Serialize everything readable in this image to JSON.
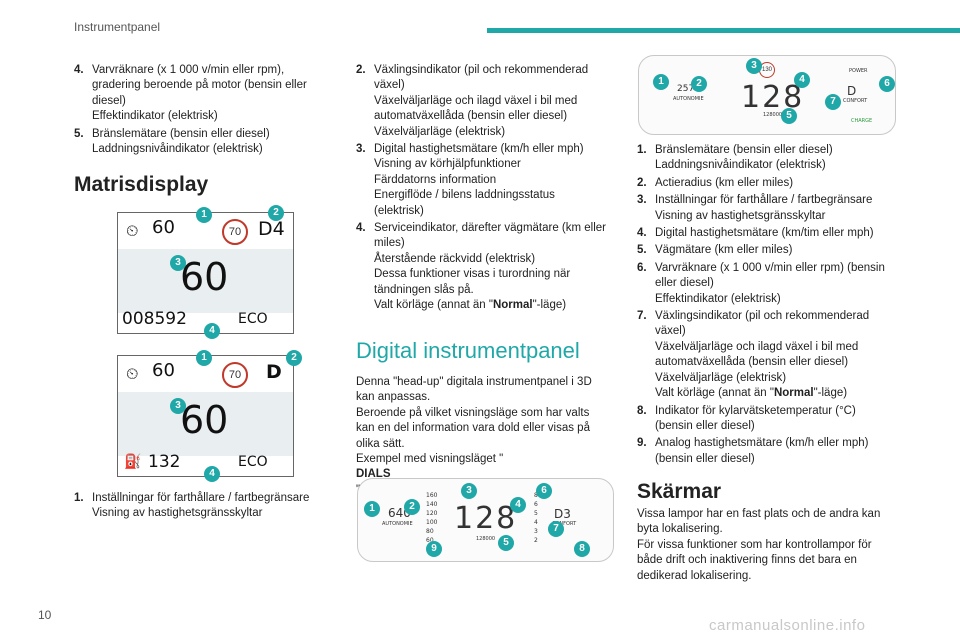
{
  "header": {
    "title": "Instrumentpanel"
  },
  "page_number": "10",
  "watermark": "carmanualsonline.info",
  "col1": {
    "items_top": [
      {
        "n": "4.",
        "lines": [
          "Varvräknare (x 1 000 v/min eller rpm),",
          "gradering beroende på motor (bensin eller",
          "diesel)",
          "Effektindikator (elektrisk)"
        ]
      },
      {
        "n": "5.",
        "lines": [
          "Bränslemätare (bensin eller diesel)",
          "Laddningsnivåindikator (elektrisk)"
        ]
      }
    ],
    "heading": "Matrisdisplay",
    "display1": {
      "speed_limit_icon": "60",
      "sign": "70",
      "gear": "D4",
      "speed": "60",
      "odo": "008592",
      "mode": "ECO",
      "b1": "1",
      "b2": "2",
      "b3": "3",
      "b4": "4"
    },
    "display2": {
      "speed_limit_icon": "60",
      "sign": "70",
      "gear": "D",
      "speed": "60",
      "range": "132",
      "mode": "ECO",
      "b1": "1",
      "b2": "2",
      "b3": "3",
      "b4": "4"
    },
    "items_bottom": [
      {
        "n": "1.",
        "lines": [
          "Inställningar för farthållare / fartbegränsare",
          "Visning av hastighetsgränsskyltar"
        ]
      }
    ]
  },
  "col2": {
    "items": [
      {
        "n": "2.",
        "lines": [
          "Växlingsindikator (pil och rekommenderad",
          "växel)",
          "Växelväljarläge och ilagd växel i bil med",
          "automatväxellåda (bensin eller diesel)",
          "Växelväljarläge (elektrisk)"
        ]
      },
      {
        "n": "3.",
        "lines": [
          "Digital hastighetsmätare (km/h eller mph)",
          "Visning av körhjälpfunktioner",
          "Färddatorns information",
          "Energiflöde / bilens laddningsstatus",
          "(elektrisk)"
        ]
      },
      {
        "n": "4.",
        "lines": [
          "Serviceindikator, därefter vägmätare (km eller",
          "miles)",
          "Återstående räckvidd (elektrisk)",
          "Dessa funktioner visas i turordning när",
          "tändningen slås på."
        ]
      }
    ],
    "item4_last": {
      "before": "Valt körläge (annat än \"",
      "bold": "Normal",
      "after": "\"-läge)"
    },
    "heading": "Digital instrumentpanel",
    "para": [
      "Denna \"head-up\" digitala instrumentpanel i 3D",
      "kan anpassas.",
      "Beroende på vilket visningsläge som har valts",
      "kan en del information vara dold eller visas på",
      "olika sätt."
    ],
    "para_last": {
      "before": "Exempel med visningsläget \"",
      "bold": "DIALS",
      "after": "\":"
    },
    "dials": {
      "speed": "128",
      "gear": "D3",
      "mode": "CONFORT",
      "autonomie": "640",
      "autonomie_label": "AUTONOMIE",
      "odo": "128000",
      "badges": [
        "1",
        "2",
        "3",
        "4",
        "5",
        "6",
        "7",
        "8",
        "9"
      ],
      "ticks_left": [
        "160",
        "140",
        "120",
        "100",
        "80",
        "60"
      ],
      "ticks_right": [
        "8",
        "6",
        "5",
        "4",
        "3",
        "2"
      ]
    }
  },
  "col3": {
    "cluster": {
      "speed": "128",
      "gear": "D",
      "mode": "CONFORT",
      "autonomie": "257",
      "autonomie_label": "AUTONOMIE",
      "odo": "128000",
      "sign": "130",
      "power": "POWER",
      "charge": "CHARGE",
      "badges": [
        "1",
        "2",
        "3",
        "4",
        "5",
        "6",
        "7"
      ]
    },
    "items": [
      {
        "n": "1.",
        "lines": [
          "Bränslemätare (bensin eller diesel)",
          "Laddningsnivåindikator (elektrisk)"
        ]
      },
      {
        "n": "2.",
        "lines": [
          "Actieradius (km eller miles)"
        ]
      },
      {
        "n": "3.",
        "lines": [
          "Inställningar för farthållare / fartbegränsare",
          "Visning av hastighetsgränsskyltar"
        ]
      },
      {
        "n": "4.",
        "lines": [
          "Digital hastighetsmätare (km/tim eller mph)"
        ]
      },
      {
        "n": "5.",
        "lines": [
          "Vägmätare (km eller miles)"
        ]
      },
      {
        "n": "6.",
        "lines": [
          "Varvräknare (x 1 000 v/min eller rpm) (bensin",
          "eller diesel)",
          "Effektindikator (elektrisk)"
        ]
      },
      {
        "n": "7.",
        "lines": [
          "Växlingsindikator (pil och rekommenderad",
          "växel)",
          "Växelväljarläge och ilagd växel i bil med",
          "automatväxellåda (bensin eller diesel)",
          "Växelväljarläge (elektrisk)"
        ]
      },
      {
        "n": "8.",
        "lines": [
          "Indikator för kylarvätsketemperatur (°C)",
          "(bensin eller diesel)"
        ]
      },
      {
        "n": "9.",
        "lines": [
          "Analog hastighetsmätare (km/h eller mph)",
          "(bensin eller diesel)"
        ]
      }
    ],
    "item7_last": {
      "before": "Valt körläge (annat än \"",
      "bold": "Normal",
      "after": "\"-läge)"
    },
    "heading": "Skärmar",
    "para": [
      "Vissa lampor har en fast plats och de andra kan",
      "byta lokalisering.",
      "För vissa funktioner som har kontrollampor för",
      "både drift och inaktivering finns det bara en",
      "dedikerad lokalisering."
    ]
  }
}
